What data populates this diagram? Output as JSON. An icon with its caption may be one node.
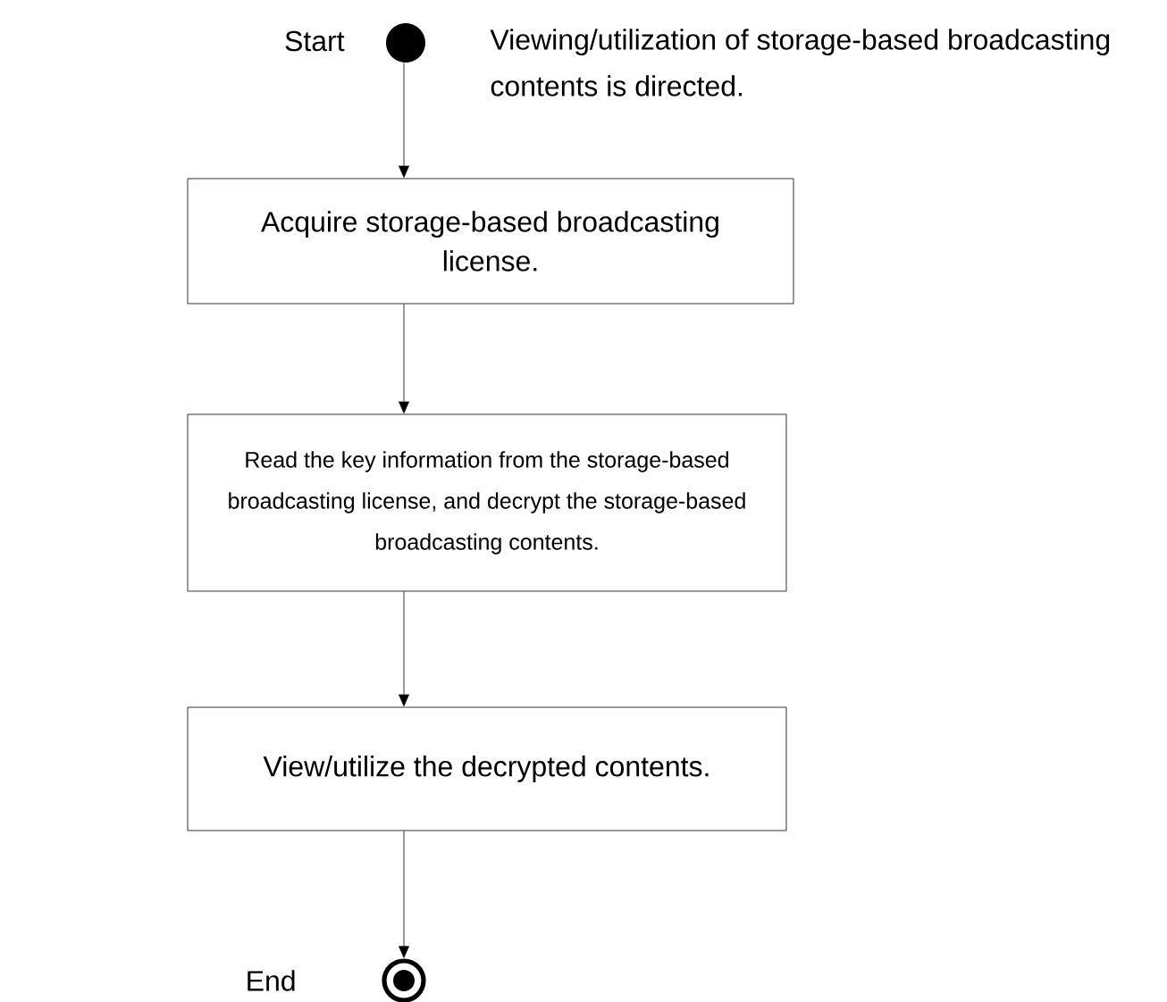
{
  "diagram": {
    "nodes": [
      {
        "text": [],
        "shape": "circle",
        "beside": [
          "Start",
          "Viewing/utilization of storage-based broadcasting contents is directed."
        ]
      },
      {
        "text": [
          "Acquire storage-based broadcasting license."
        ]
      },
      {
        "text": [
          "Read the key information from the storage-based broadcasting license, and decrypt the storage-based broadcasting contents."
        ]
      },
      {
        "text": [
          "View/utilize the decrypted contents."
        ]
      },
      {
        "text": [],
        "shape": "bullseye",
        "beside": [
          "End"
        ]
      }
    ],
    "edges": [
      {
        "from": 0,
        "to": 1,
        "arrow": "to"
      },
      {
        "from": 1,
        "to": 2,
        "arrow": "to"
      },
      {
        "from": 2,
        "to": 3,
        "arrow": "to"
      },
      {
        "from": 3,
        "to": 4,
        "arrow": "to"
      }
    ]
  }
}
